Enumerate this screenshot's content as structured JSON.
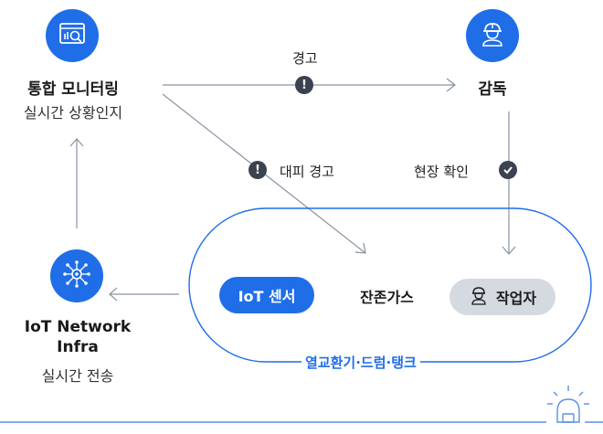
{
  "nodes": {
    "monitoring": {
      "title": "통합 모니터링",
      "subtitle": "실시간 상황인지"
    },
    "supervisor": {
      "title": "감독"
    },
    "network": {
      "title_line1": "IoT Network",
      "title_line2": "Infra",
      "subtitle": "실시간 전송"
    }
  },
  "edges": {
    "warning": "경고",
    "evacuation_warning": "대피 경고",
    "site_check": "현장 확인"
  },
  "zone": {
    "label": "열교환기·드럼·탱크",
    "sensor": "IoT 센서",
    "residual_gas": "잔존가스",
    "worker": "작업자"
  },
  "colors": {
    "accent": "#1f6ee8",
    "dark_badge": "#3b4250",
    "worker_pill": "#d5d9e0",
    "line": "#8a93a0"
  },
  "icons": {
    "monitoring": "monitor-analytics-icon",
    "supervisor": "hardhat-person-icon",
    "network": "network-hub-icon",
    "worker": "worker-icon",
    "alarm": "alarm-light-icon"
  }
}
